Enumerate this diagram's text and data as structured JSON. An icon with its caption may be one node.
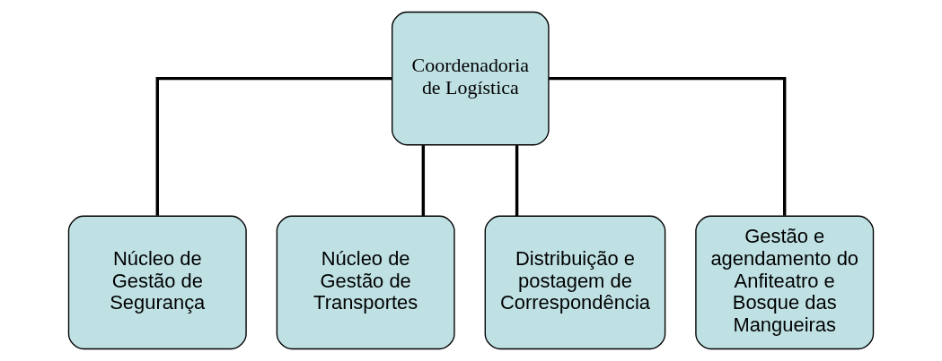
{
  "diagram": {
    "nodes": [
      {
        "text": [
          "Coordenadoria de Logística"
        ]
      },
      {
        "text": [
          "Núcleo de Gestão de Segurança"
        ]
      },
      {
        "text": [
          "Núcleo de Gestão de Transportes"
        ]
      },
      {
        "text": [
          "Distribuição e postagem de Correspondência"
        ]
      },
      {
        "text": [
          "Gestão e agendamento do Anfiteatro e Bosque das Mangueiras"
        ]
      }
    ],
    "edges": [
      {
        "from": 0,
        "to": 1,
        "arrow": "none"
      },
      {
        "from": 0,
        "to": 2,
        "arrow": "none"
      },
      {
        "from": 0,
        "to": 3,
        "arrow": "none"
      },
      {
        "from": 0,
        "to": 4,
        "arrow": "none"
      }
    ]
  }
}
